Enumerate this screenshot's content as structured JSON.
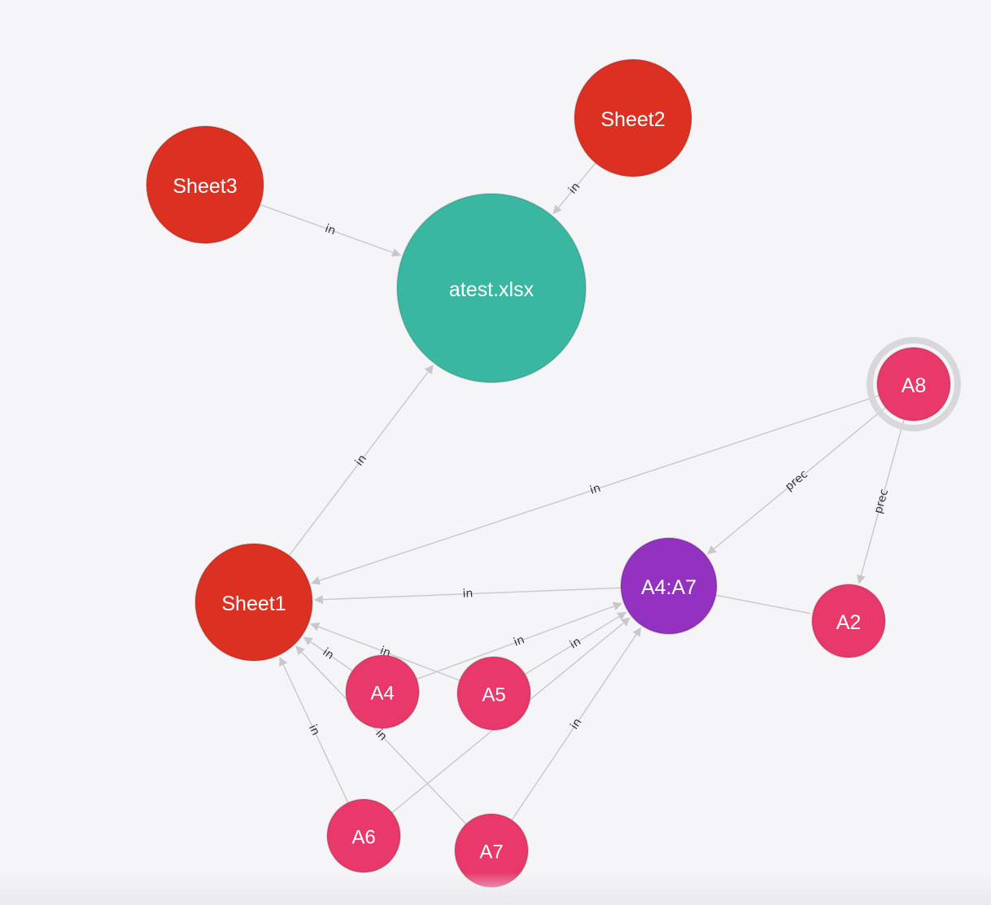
{
  "colors": {
    "file": "#3ab7a0",
    "sheet": "#db3022",
    "cell": "#e8396a",
    "range": "#9331c0",
    "edge": "#c8c8cc",
    "highlight_ring": "#d8d8dc"
  },
  "nodes": [
    {
      "id": "atest",
      "label": "atest.xlsx",
      "kind": "file"
    },
    {
      "id": "sheet2",
      "label": "Sheet2",
      "kind": "sheet"
    },
    {
      "id": "sheet3",
      "label": "Sheet3",
      "kind": "sheet"
    },
    {
      "id": "sheet1",
      "label": "Sheet1",
      "kind": "sheet"
    },
    {
      "id": "a8",
      "label": "A8",
      "kind": "cell",
      "selected": true
    },
    {
      "id": "range",
      "label": "A4:A7",
      "kind": "range"
    },
    {
      "id": "a2",
      "label": "A2",
      "kind": "cell"
    },
    {
      "id": "a4",
      "label": "A4",
      "kind": "cell"
    },
    {
      "id": "a5",
      "label": "A5",
      "kind": "cell"
    },
    {
      "id": "a6",
      "label": "A6",
      "kind": "cell"
    },
    {
      "id": "a7",
      "label": "A7",
      "kind": "cell"
    }
  ],
  "edges": [
    {
      "source": "sheet3",
      "target": "atest",
      "label": "in"
    },
    {
      "source": "sheet2",
      "target": "atest",
      "label": "in"
    },
    {
      "source": "sheet1",
      "target": "atest",
      "label": "in"
    },
    {
      "source": "a8",
      "target": "sheet1",
      "label": "in"
    },
    {
      "source": "a8",
      "target": "range",
      "label": "prec"
    },
    {
      "source": "a8",
      "target": "a2",
      "label": "prec"
    },
    {
      "source": "range",
      "target": "sheet1",
      "label": "in"
    },
    {
      "source": "range",
      "target": "a2",
      "label": ""
    },
    {
      "source": "a4",
      "target": "range",
      "label": "in"
    },
    {
      "source": "a5",
      "target": "range",
      "label": "in"
    },
    {
      "source": "a6",
      "target": "range",
      "label": "in"
    },
    {
      "source": "a7",
      "target": "range",
      "label": "in"
    },
    {
      "source": "a4",
      "target": "sheet1",
      "label": "in"
    },
    {
      "source": "a5",
      "target": "sheet1",
      "label": "in"
    },
    {
      "source": "a6",
      "target": "sheet1",
      "label": "in"
    },
    {
      "source": "a7",
      "target": "sheet1",
      "label": "in"
    }
  ]
}
